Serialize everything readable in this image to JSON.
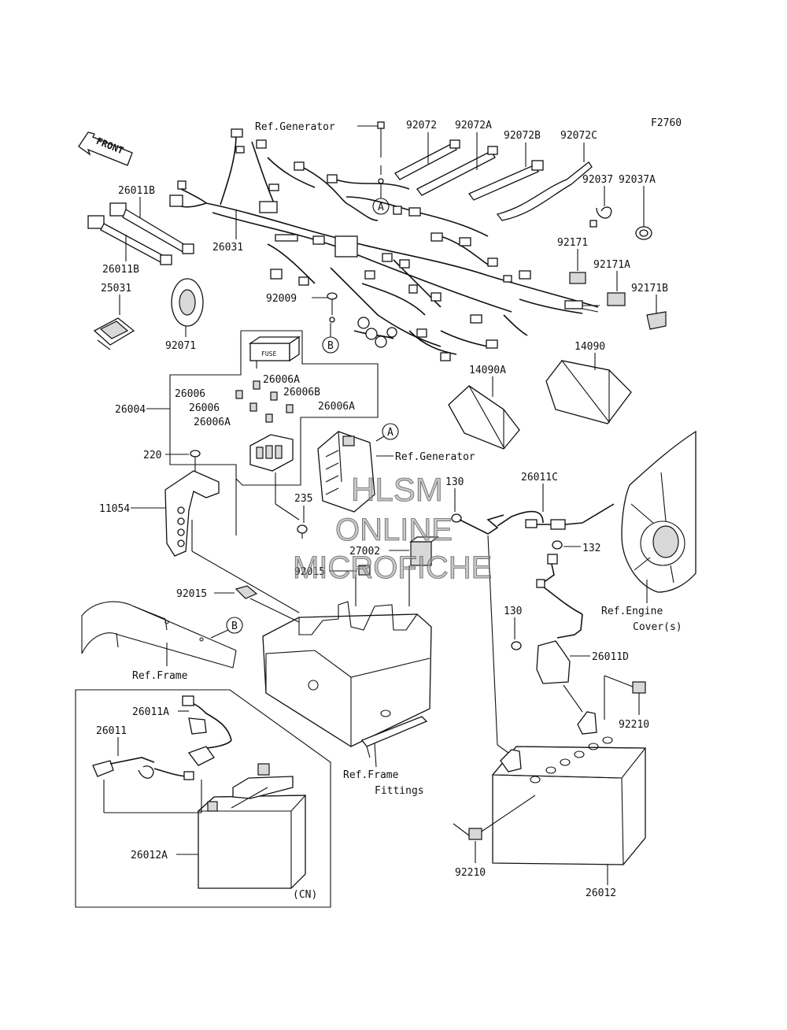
{
  "figure_code": "F2760",
  "front_arrow": "FRONT",
  "refs": {
    "generator_top": "Ref.Generator",
    "generator_mid": "Ref.Generator",
    "engine_cover_1": "Ref.Engine",
    "engine_cover_2": "Cover(s)",
    "frame": "Ref.Frame",
    "frame_fittings_1": "Ref.Frame",
    "frame_fittings_2": "Fittings",
    "cn": "(CN)"
  },
  "callouts": {
    "a1": "A",
    "a2": "A",
    "b1": "B",
    "b2": "B"
  },
  "watermark": {
    "line1": "HLSM",
    "line2": "ONLINE",
    "line3": "MICROFICHE"
  },
  "parts": {
    "p92072": "92072",
    "p92072A": "92072A",
    "p92072B": "92072B",
    "p92072C": "92072C",
    "p92037": "92037",
    "p92037A": "92037A",
    "p92171": "92171",
    "p92171A": "92171A",
    "p92171B": "92171B",
    "p26011B_a": "26011B",
    "p26011B_b": "26011B",
    "p25031": "25031",
    "p92071": "92071",
    "p26031": "26031",
    "p92009": "92009",
    "p14090": "14090",
    "p14090A": "14090A",
    "p26006A_1": "26006A",
    "p26006_1": "26006",
    "p26006B": "26006B",
    "p26006_2": "26006",
    "p26006A_2": "26006A",
    "p26006A_3": "26006A",
    "p26004": "26004",
    "p220": "220",
    "p11054": "11054",
    "p235": "235",
    "p130_top": "130",
    "p26011C": "26011C",
    "p132": "132",
    "p27002": "27002",
    "p92015_a": "92015",
    "p92015_b": "92015",
    "p130": "130",
    "p26011D": "26011D",
    "p92210_a": "92210",
    "p26011A": "26011A",
    "p26011": "26011",
    "p26012A": "26012A",
    "p92210_b": "92210",
    "p26012": "26012"
  }
}
